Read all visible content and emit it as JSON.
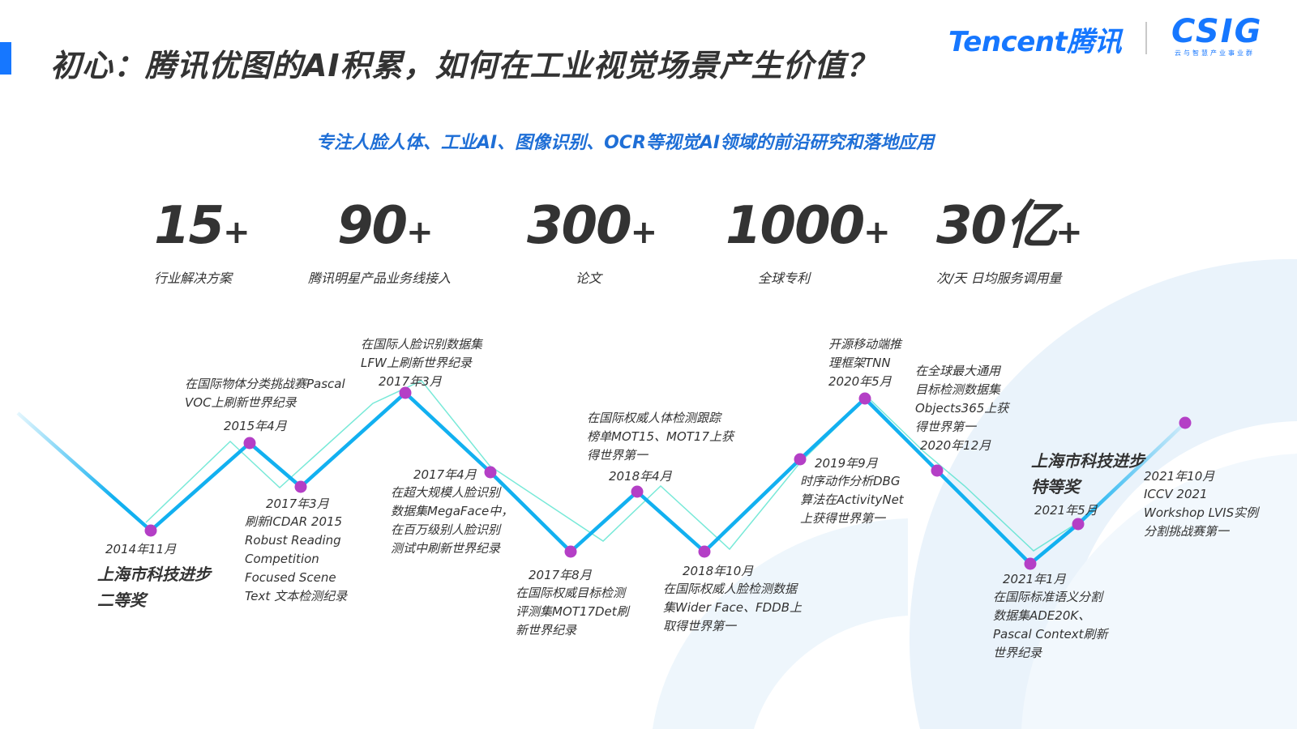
{
  "header": {
    "title": "初心：腾讯优图的AI积累，如何在工业视觉场景产生价值？",
    "logo_tencent": "Tencent腾讯",
    "logo_csig": "CSIG",
    "logo_csig_sub": "云与智慧产业事业群"
  },
  "subtitle": "专注人脸人体、工业AI、图像识别、OCR等视觉AI领域的前沿研究和落地应用",
  "stats": [
    {
      "value": "15",
      "suffix": "+",
      "label": "行业解决方案"
    },
    {
      "value": "90",
      "suffix": "+",
      "label": "腾讯明星产品业务线接入"
    },
    {
      "value": "300",
      "suffix": "+",
      "label": "论文"
    },
    {
      "value": "1000",
      "suffix": "+",
      "label": "全球专利"
    },
    {
      "value": "30亿",
      "suffix": "+",
      "label": "次/天  日均服务调用量"
    }
  ],
  "colors": {
    "accent": "#1677ff",
    "line": "#12b0f0",
    "line_light": "#3ee0c8",
    "node": "#b43fc6"
  },
  "milestones": [
    {
      "date": "2014年11月",
      "desc": "上海市科技进步\n二等奖"
    },
    {
      "date": "2015年4月",
      "desc": "在国际物体分类挑战赛Pascal\nVOC上刷新世界纪录"
    },
    {
      "date": "2017年3月",
      "desc": "刷新ICDAR 2015\nRobust Reading\nCompetition\nFocused Scene\nText 文本检测纪录"
    },
    {
      "date": "2017年3月",
      "desc": "在国际人脸识别数据集\nLFW上刷新世界纪录"
    },
    {
      "date": "2017年4月",
      "desc": "在超大规模人脸识别\n数据集MegaFace中，\n在百万级别人脸识别\n测试中刷新世界纪录"
    },
    {
      "date": "2017年8月",
      "desc": "在国际权威目标检测\n评测集MOT17Det刷\n新世界纪录"
    },
    {
      "date": "2018年4月",
      "desc": "在国际权威人体检测跟踪\n榜单MOT15、MOT17上获\n得世界第一"
    },
    {
      "date": "2018年10月",
      "desc": "在国际权威人脸检测数据\n集Wider Face、FDDB上\n取得世界第一"
    },
    {
      "date": "2019年9月",
      "desc": "时序动作分析DBG\n算法在ActivityNet\n上获得世界第一"
    },
    {
      "date": "2020年5月",
      "desc": "开源移动端推\n理框架TNN"
    },
    {
      "date": "2020年12月",
      "desc": "在全球最大通用\n目标检测数据集\nObjects365上获\n得世界第一"
    },
    {
      "date": "2021年1月",
      "desc": "在国际标准语义分割\n数据集ADE20K、\nPascal Context刷新\n世界纪录"
    },
    {
      "date": "2021年5月",
      "desc": "上海市科技进步\n特等奖"
    },
    {
      "date": "2021年10月",
      "desc": "ICCV 2021\nWorkshop LVIS实例\n分割挑战赛第一"
    }
  ]
}
